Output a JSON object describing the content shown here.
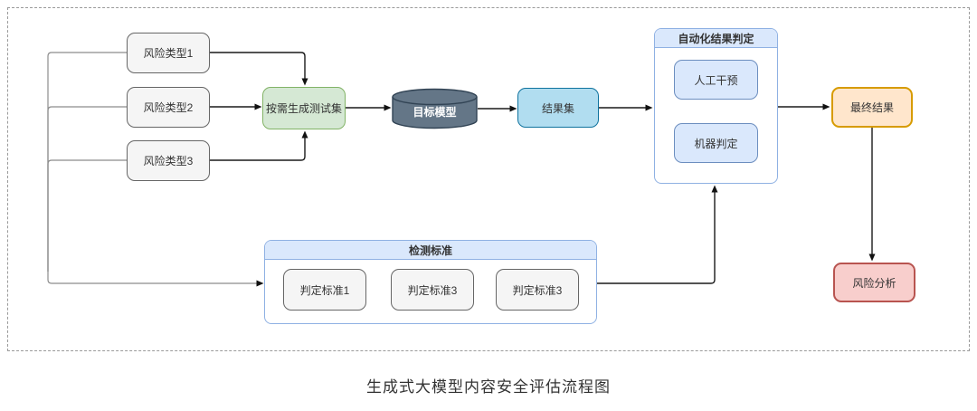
{
  "caption": "生成式大模型内容安全评估流程图",
  "nodes": {
    "risk1": "风险类型1",
    "risk2": "风险类型2",
    "risk3": "风险类型3",
    "generate": "按需生成测试集",
    "target_model": "目标模型",
    "result_set": "结果集",
    "final_result": "最终结果",
    "risk_analysis": "风险分析"
  },
  "auto_judge_container": {
    "title": "自动化结果判定",
    "manual": "人工干预",
    "machine": "机器判定"
  },
  "standards_container": {
    "title": "检测标准",
    "std1": "判定标准1",
    "std2": "判定标准3",
    "std3": "判定标准3"
  },
  "colors": {
    "gray_fill": "#f5f5f5",
    "gray_stroke": "#666666",
    "green_fill": "#d5e8d4",
    "green_stroke": "#82b366",
    "cylinder_fill": "#647687",
    "cylinder_stroke": "#314354",
    "lightblue_fill": "#b1ddf0",
    "lightblue_stroke": "#10739e",
    "blue_fill": "#dae8fc",
    "blue_stroke": "#6c8ebf",
    "container_stroke": "#8fb1e3",
    "orange_fill": "#ffe6cc",
    "orange_stroke": "#d79b00",
    "red_fill": "#f8cecc",
    "red_stroke": "#b85450",
    "arrow": "#1a1a1a",
    "feeder_line": "#8c8c8c",
    "frame_dash": "#9a9a9a"
  }
}
